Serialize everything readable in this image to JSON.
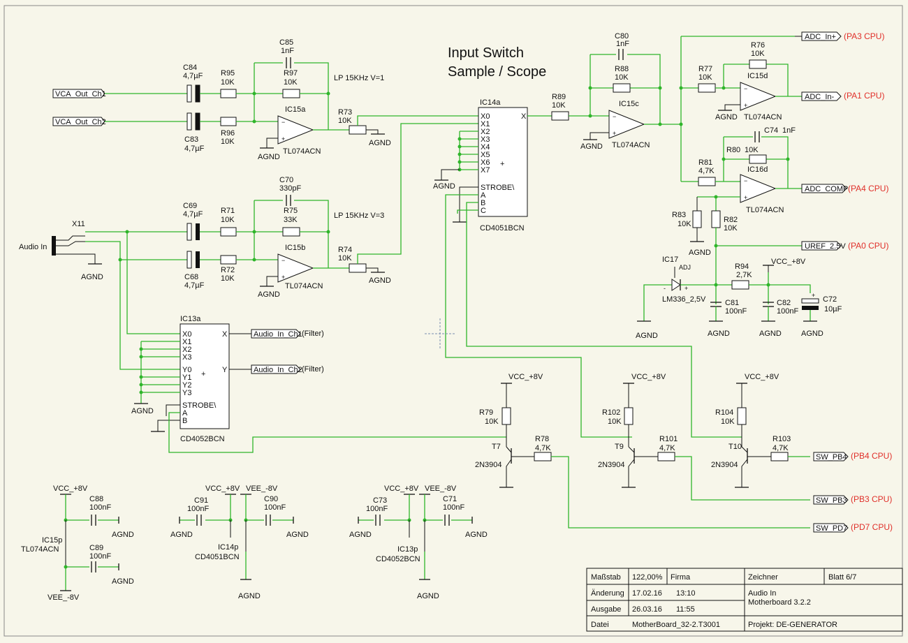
{
  "heading": {
    "line1": "Input Switch",
    "line2": "Sample / Scope"
  },
  "annotations": {
    "lp1": "LP 15KHz V=1",
    "lp2": "LP 15KHz V=3",
    "filter1": "(Filter)",
    "filter2": "(Filter)"
  },
  "nets": {
    "vca1": "VCA_Out_Ch1",
    "vca2": "VCA_Out_Ch2",
    "audioin1": "Audio_In_Ch1",
    "audioin2": "Audio_In_Ch2",
    "adcp": "ADC_In+",
    "adcm": "ADC_In-",
    "adccomp": "ADC_COMP",
    "uref": "UREF_2.5V",
    "pb4": "SW_PB4",
    "pb3": "SW_PB3",
    "pd7": "SW_PD7"
  },
  "port_notes": {
    "pa3": "(PA3 CPU)",
    "pa1": "(PA1 CPU)",
    "pa4": "(PA4 CPU)",
    "pa0": "(PA0 CPU)",
    "pb4": "(PB4 CPU)",
    "pb3": "(PB3 CPU)",
    "pd7": "(PD7 CPU)"
  },
  "supply": {
    "agnd": "AGND",
    "vccp": "VCC_+8V",
    "vee": "VEE_-8V"
  },
  "audio_in": {
    "conn": "X11",
    "label": "Audio In"
  },
  "components": {
    "c84": {
      "ref": "C84",
      "val": "4,7µF"
    },
    "c83": {
      "ref": "C83",
      "val": "4,7µF"
    },
    "c69": {
      "ref": "C69",
      "val": "4,7µF"
    },
    "c68": {
      "ref": "C68",
      "val": "4,7µF"
    },
    "c85": {
      "ref": "C85",
      "val": "1nF"
    },
    "c70": {
      "ref": "C70",
      "val": "330pF"
    },
    "c80": {
      "ref": "C80",
      "val": "1nF"
    },
    "c74": {
      "ref": "C74",
      "val": "1nF"
    },
    "r95": {
      "ref": "R95",
      "val": "10K"
    },
    "r96": {
      "ref": "R96",
      "val": "10K"
    },
    "r97": {
      "ref": "R97",
      "val": "10K"
    },
    "r71": {
      "ref": "R71",
      "val": "10K"
    },
    "r72": {
      "ref": "R72",
      "val": "10K"
    },
    "r75": {
      "ref": "R75",
      "val": "33K"
    },
    "r73": {
      "ref": "R73",
      "val": "10K"
    },
    "r74": {
      "ref": "R74",
      "val": "10K"
    },
    "r89": {
      "ref": "R89",
      "val": "10K"
    },
    "r88": {
      "ref": "R88",
      "val": "10K"
    },
    "r77": {
      "ref": "R77",
      "val": "10K"
    },
    "r76": {
      "ref": "R76",
      "val": "10K"
    },
    "r81": {
      "ref": "R81",
      "val": "4,7K"
    },
    "r80": {
      "ref": "R80",
      "val": "10K"
    },
    "r83": {
      "ref": "R83",
      "val": "10K"
    },
    "r82": {
      "ref": "R82",
      "val": "10K"
    },
    "r94": {
      "ref": "R94",
      "val": "2,7K"
    },
    "c81": {
      "ref": "C81",
      "val": "100nF"
    },
    "c82": {
      "ref": "C82",
      "val": "100nF"
    },
    "c72": {
      "ref": "C72",
      "val": "10µF"
    },
    "ic17": {
      "ref": "IC17",
      "val": "LM336_2,5V",
      "adj": "ADJ"
    },
    "ic15a": {
      "ref": "IC15a",
      "val": "TL074ACN"
    },
    "ic15b": {
      "ref": "IC15b",
      "val": "TL074ACN"
    },
    "ic15c": {
      "ref": "IC15c",
      "val": "TL074ACN"
    },
    "ic15d": {
      "ref": "IC15d",
      "val": "TL074ACN"
    },
    "ic16d": {
      "ref": "IC16d",
      "val": "TL074ACN"
    },
    "ic14a": {
      "ref": "IC14a",
      "val": "CD4051BCN",
      "pins": [
        "X0",
        "X1",
        "X2",
        "X3",
        "X4",
        "X5",
        "X6",
        "X7",
        "STROBE\\",
        "A",
        "B",
        "C"
      ],
      "out": "X"
    },
    "ic13a": {
      "ref": "IC13a",
      "val": "CD4052BCN",
      "pins": [
        "X0",
        "X1",
        "X2",
        "X3",
        "Y0",
        "Y1",
        "Y2",
        "Y3",
        "STROBE\\",
        "A",
        "B"
      ],
      "outx": "X",
      "outy": "Y"
    },
    "r79": {
      "ref": "R79",
      "val": "10K"
    },
    "r102": {
      "ref": "R102",
      "val": "10K"
    },
    "r104": {
      "ref": "R104",
      "val": "10K"
    },
    "r78": {
      "ref": "R78",
      "val": "4,7K"
    },
    "r101": {
      "ref": "R101",
      "val": "4,7K"
    },
    "r103": {
      "ref": "R103",
      "val": "4,7K"
    },
    "t7": {
      "ref": "T7",
      "val": "2N3904"
    },
    "t9": {
      "ref": "T9",
      "val": "2N3904"
    },
    "t10": {
      "ref": "T10",
      "val": "2N3904"
    },
    "c88": {
      "ref": "C88",
      "val": "100nF"
    },
    "c89": {
      "ref": "C89",
      "val": "100nF"
    },
    "c91": {
      "ref": "C91",
      "val": "100nF"
    },
    "c90": {
      "ref": "C90",
      "val": "100nF"
    },
    "c73": {
      "ref": "C73",
      "val": "100nF"
    },
    "c71": {
      "ref": "C71",
      "val": "100nF"
    },
    "ic15p": {
      "ref": "IC15p",
      "val": "TL074ACN"
    },
    "ic14p": {
      "ref": "IC14p",
      "val": "CD4051BCN"
    },
    "ic13p": {
      "ref": "IC13p",
      "val": "CD4052BCN"
    }
  },
  "titleblock": {
    "massstab_k": "Maßstab",
    "massstab_v": "122,00%",
    "firma_k": "Firma",
    "aenderung_k": "Änderung",
    "aenderung_d": "17.02.16",
    "aenderung_t": "13:10",
    "ausgabe_k": "Ausgabe",
    "ausgabe_d": "26.03.16",
    "ausgabe_t": "11:55",
    "datei_k": "Datei",
    "datei_v": "MotherBoard_32-2.T3001",
    "zeichner_k": "Zeichner",
    "blatt": "Blatt 6/7",
    "desc1": "Audio In",
    "desc2": "Motherboard 3.2.2",
    "projekt": "Projekt: DE-GENERATOR"
  }
}
